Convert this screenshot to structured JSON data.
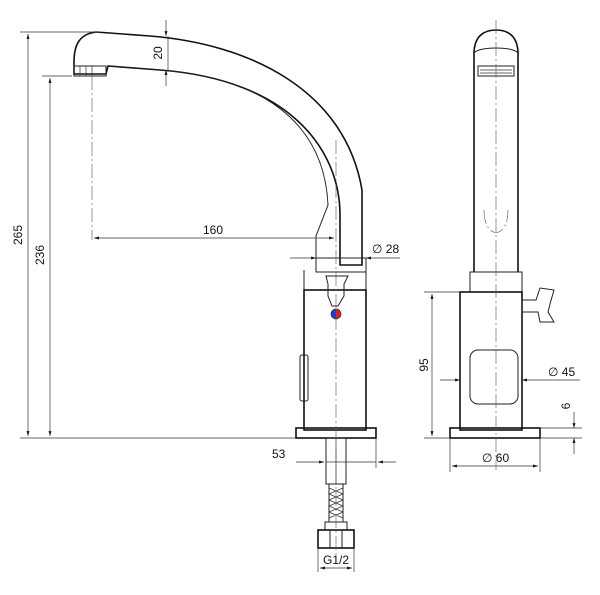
{
  "dimensions": {
    "spout_thickness": "20",
    "reach": "160",
    "total_height": "265",
    "outlet_height": "236",
    "spout_diameter": "∅ 28",
    "body_height": "95",
    "body_diameter": "∅ 45",
    "base_thickness": "6",
    "base_diameter": "∅ 60",
    "shank_offset": "53",
    "thread_size": "G1/2"
  },
  "colors": {
    "hot_indicator": "#e02020",
    "cold_indicator": "#1a3fd0",
    "line": "#222222"
  }
}
